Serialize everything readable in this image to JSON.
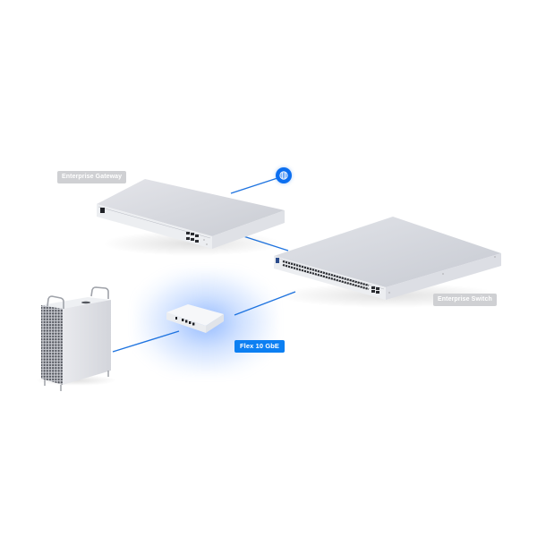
{
  "diagram": {
    "devices": [
      {
        "id": "gateway",
        "label": "Enterprise Gateway"
      },
      {
        "id": "switch",
        "label": "Enterprise Switch"
      },
      {
        "id": "flex",
        "label": "Flex 10 GbE",
        "highlighted": true
      },
      {
        "id": "workstation",
        "label": ""
      }
    ],
    "internet": {
      "icon": "globe-icon"
    },
    "connections": [
      {
        "from": "internet",
        "to": "gateway"
      },
      {
        "from": "gateway",
        "to": "switch"
      },
      {
        "from": "switch",
        "to": "flex"
      },
      {
        "from": "flex",
        "to": "workstation"
      }
    ]
  },
  "labels": {
    "gateway": "Enterprise Gateway",
    "switch": "Enterprise Switch",
    "flex": "Flex 10 GbE"
  },
  "colors": {
    "link": "#1f74e0",
    "accent": "#0c7ff2",
    "label_gray": "#cfd0d3",
    "device_top": "#d9dbe0",
    "device_front": "#eceef1"
  }
}
